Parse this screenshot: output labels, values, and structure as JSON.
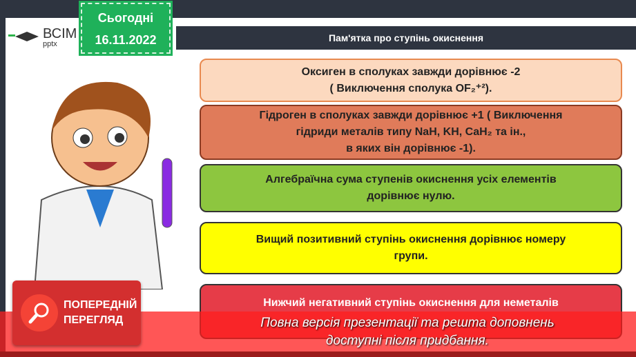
{
  "logo": {
    "line1": "ВСІМ",
    "line2": "pptx"
  },
  "date": {
    "label": "Сьогодні",
    "value": "16.11.2022"
  },
  "title": "Пам'ятка про ступінь окиснення",
  "boxes": [
    {
      "line1": "Оксиген в сполуках завжди дорівнює   -2",
      "line2": "( Виключення сполука OF₂⁺²)."
    },
    {
      "line1": "Гідроген в сполуках завжди дорівнює   +1 ( Виключення",
      "line2": "гідриди металів типу NaH, KH, CaH₂ та ін.,",
      "line3": "в яких він дорівнює  -1)."
    },
    {
      "line1": "Алгебраїчна сума ступенів окиснення усіх елементів",
      "line2": "дорівнює нулю."
    },
    {
      "line1": "Вищий позитивний ступінь окиснення дорівнює номеру",
      "line2": "групи."
    },
    {
      "line1": "Нижчий негативний ступінь окиснення для неметалів"
    }
  ],
  "overlay": {
    "line1": "Повна версія презентації та решта доповнень",
    "line2": "доступні після придбання."
  },
  "preview": {
    "line1": "ПОПЕРЕДНІЙ",
    "line2": "ПЕРЕГЛЯД"
  }
}
